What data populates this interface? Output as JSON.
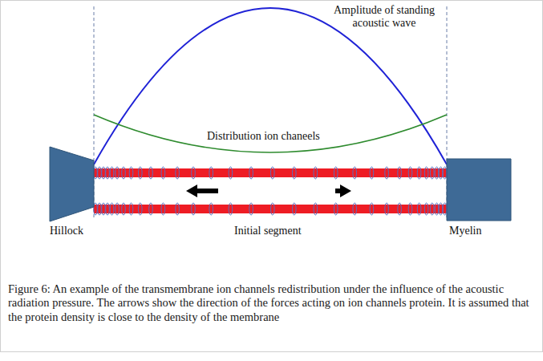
{
  "diagram": {
    "caption": "Figure 6: An example of the transmembrane ion channels redistribution under the influence of the acoustic radiation pressure. The arrows show the direction of the forces acting on ion channels protein. It is assumed that the protein density is close to the density of the membrane",
    "nodes": [
      {
        "text": [
          "Hillock"
        ]
      },
      {
        "text": [
          "Myelin"
        ]
      }
    ],
    "labels": [
      "Amplitude of standing acoustic wave",
      "Distribution ion chaneels",
      "Initial segment"
    ]
  }
}
